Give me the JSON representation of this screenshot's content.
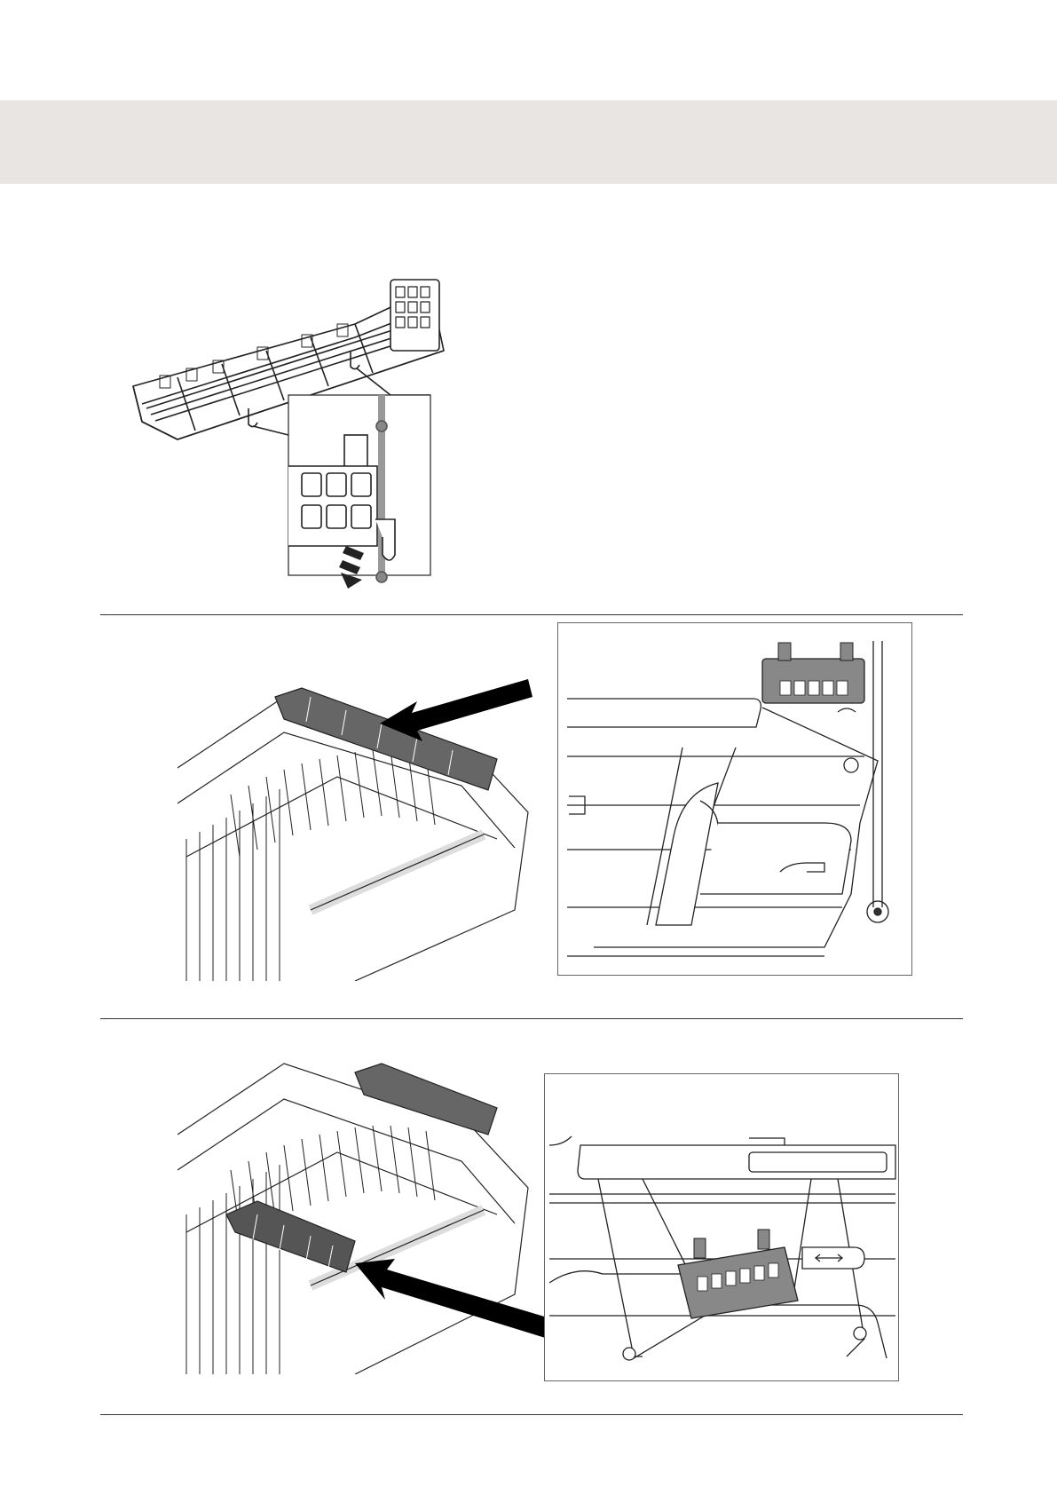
{
  "page": {
    "background": "#ffffff",
    "header_band_color": "#e8e5e3",
    "rule_color": "#333333"
  },
  "figures": [
    {
      "id": "basket-with-clip-detail",
      "icon": "cutlery-basket-clip-icon"
    },
    {
      "id": "upper-rack-basket-position",
      "icon": "upper-rack-arrow-icon"
    },
    {
      "id": "upper-rack-basket-side-view",
      "icon": "rack-side-view-icon"
    },
    {
      "id": "lower-rack-basket-position",
      "icon": "lower-rack-arrow-icon"
    },
    {
      "id": "lower-rack-basket-side-view",
      "icon": "rack-slide-view-icon"
    }
  ]
}
